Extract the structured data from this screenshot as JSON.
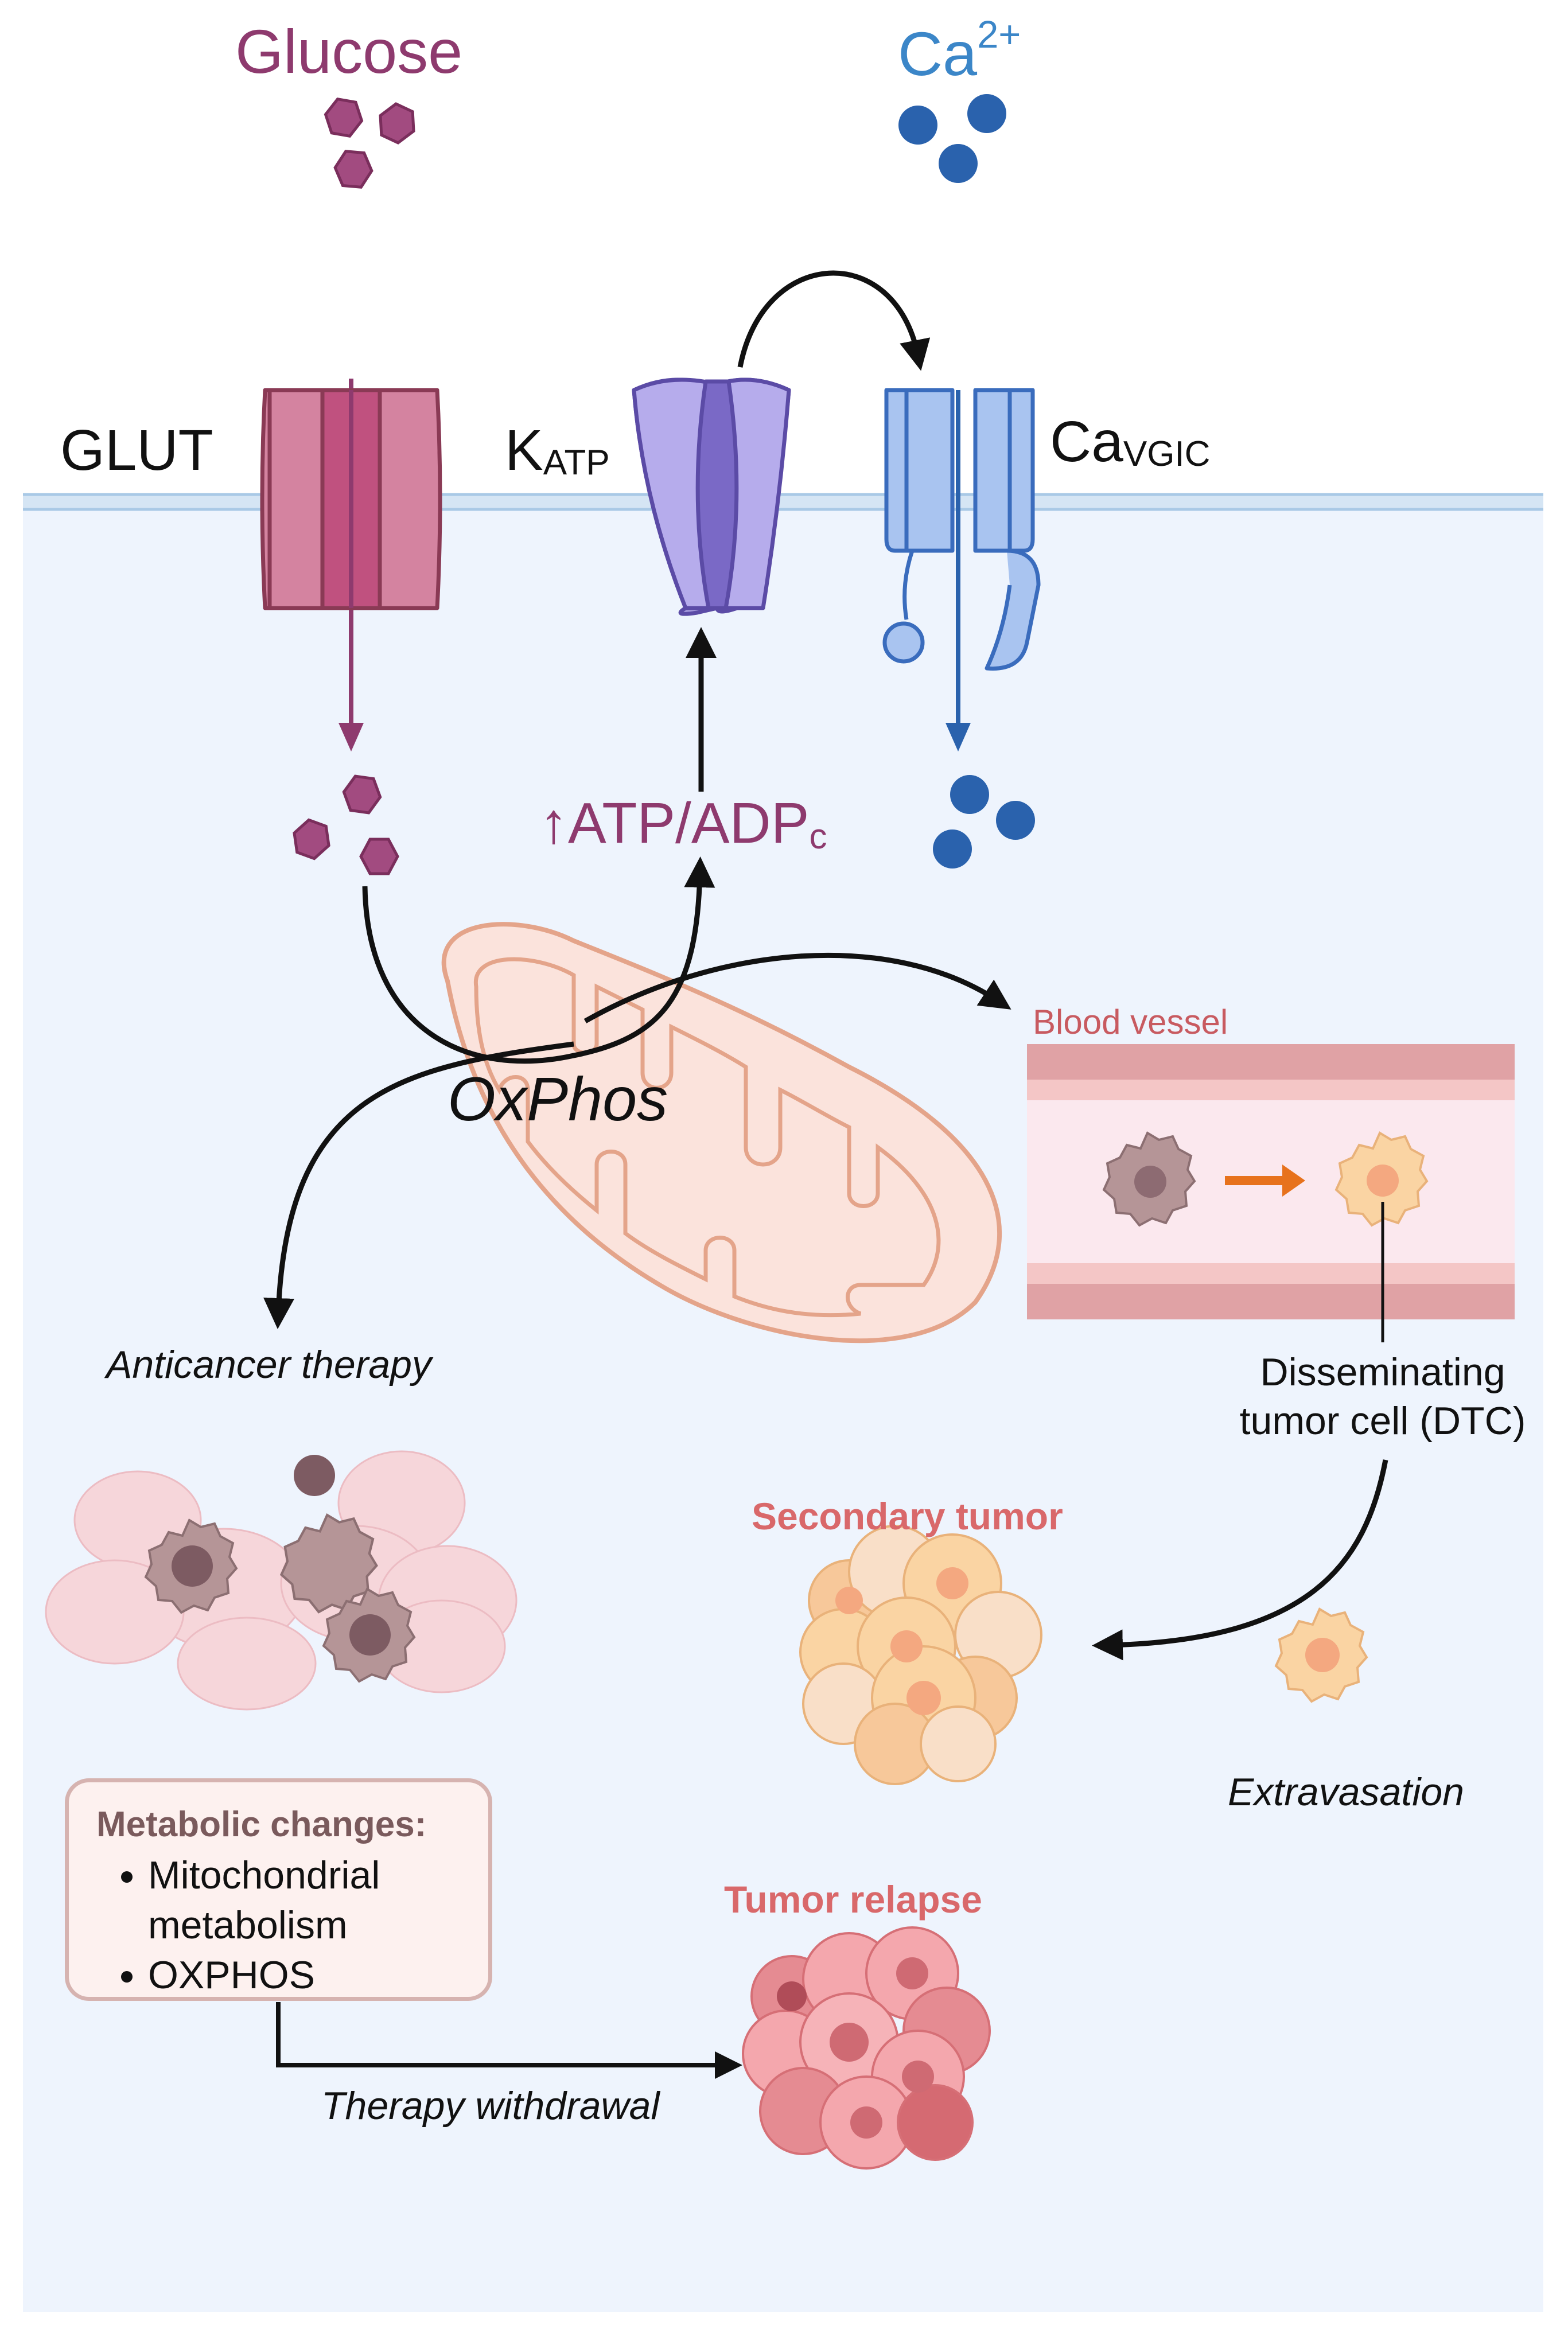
{
  "labels": {
    "glucose": "Glucose",
    "ca_base": "Ca",
    "ca_sup": "2+",
    "glut": "GLUT",
    "katp_base": "K",
    "katp_sub": "ATP",
    "cavgic_base": "Ca",
    "cavgic_sub": "VGIC",
    "atp_ratio_base": "↑ATP/ADP",
    "atp_ratio_sub": "c",
    "oxphos": "OxPhos",
    "blood_vessel": "Blood vessel",
    "dtc": "Disseminating\ntumor cell (DTC)",
    "anticancer": "Anticancer therapy",
    "secondary_tumor": "Secondary tumor",
    "extravasation": "Extravasation",
    "tumor_relapse": "Tumor relapse",
    "therapy_withdrawal": "Therapy withdrawal"
  },
  "metabolic_box": {
    "title": "Metabolic changes:",
    "items": [
      "Mitochondrial metabolism",
      "OXPHOS"
    ]
  },
  "colors": {
    "glucose": "#8e3a6e",
    "calcium": "#2a62ad",
    "calcium_label": "#3b86c8",
    "tumor_label": "#d9686a",
    "cell_bg": "#eef4fd",
    "membrane": "#a9c9e6",
    "glut": "#d483a0",
    "katp": "#a99ee0",
    "cavgic": "#a9c4f0",
    "mito": "#fbe3dc",
    "vessel_wall": "#e0a2a5"
  }
}
